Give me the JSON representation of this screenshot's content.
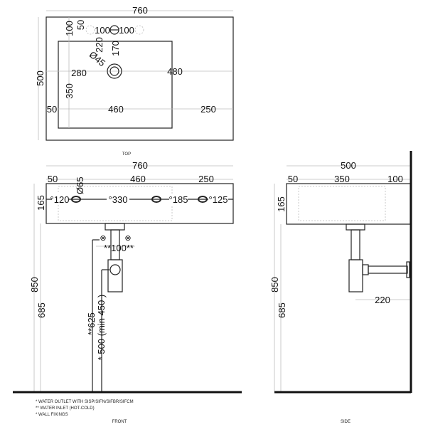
{
  "views": {
    "top": {
      "label": "TOP",
      "dims": {
        "width": "760",
        "depth": "500",
        "tap_offset_a": "100",
        "tap_offset_b": "50",
        "tap_spacing_left": "100",
        "tap_spacing_right": "100",
        "d220": "220",
        "d170": "170",
        "drain_diameter": "Ø45",
        "left_to_drain": "280",
        "drain_to_right": "480",
        "basin_depth": "350",
        "left_margin": "50",
        "basin_width": "460",
        "right_margin": "250"
      }
    },
    "front": {
      "label": "FRONT",
      "dims": {
        "width": "760",
        "left_margin": "50",
        "basin_width": "460",
        "right_margin": "250",
        "height": "165",
        "fix1": "°120",
        "hole_diameter": "Ø65",
        "fix2": "°330",
        "fix3": "°185",
        "fix4": "°125",
        "inlet_spacing": "**100**",
        "inlet_height": "**625",
        "outlet_height": "* 500 (min 450 )",
        "total_height": "850",
        "base_height": "685"
      }
    },
    "side": {
      "label": "SIDE",
      "dims": {
        "depth": "500",
        "front_margin": "50",
        "basin_depth": "350",
        "back_margin": "100",
        "height": "165",
        "trap_projection": "220",
        "total_height": "850",
        "base_height": "685"
      }
    }
  },
  "notes": [
    "* WATER OUTLET WITH SISP/SIFN/SIFBR/SIFCM",
    "** WATER INLET (HOT-COLD)",
    "* WALL FIXINGS"
  ]
}
